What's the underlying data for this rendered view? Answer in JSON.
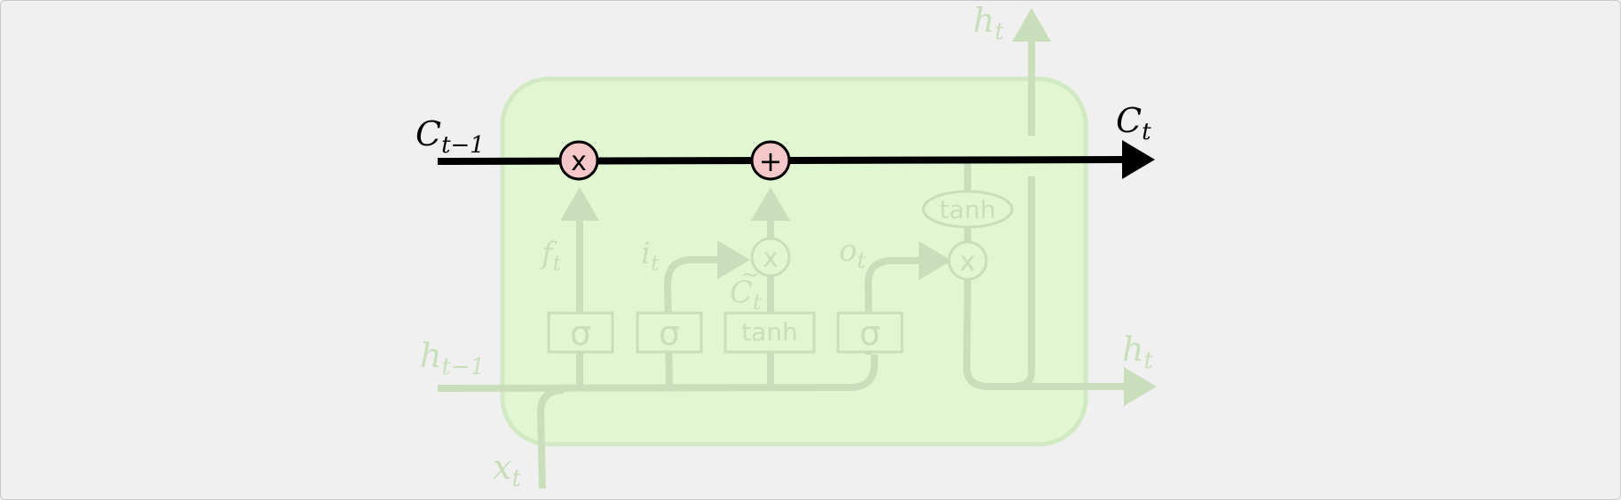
{
  "colors": {
    "cell_fill": "#e1f7d2",
    "cell_stroke": "#d2eac3",
    "faded": "#c9dfbc",
    "cell_state_line": "#000000",
    "pointwise_fill": "#f4c8c8",
    "background": "#f0f0f0"
  },
  "labels": {
    "c_prev_main": "C",
    "c_prev_sub": "t−1",
    "c_t_main": "C",
    "c_t_sub": "t",
    "h_prev_main": "h",
    "h_prev_sub": "t−1",
    "h_t_right_main": "h",
    "h_t_right_sub": "t",
    "h_t_top_main": "h",
    "h_t_top_sub": "t",
    "x_t_main": "x",
    "x_t_sub": "t",
    "f_t_main": "f",
    "f_t_sub": "t",
    "i_t_main": "i",
    "i_t_sub": "t",
    "o_t_main": "o",
    "o_t_sub": "t",
    "c_tilde_main": "C",
    "c_tilde_sub": "t",
    "c_tilde_accent": "~"
  },
  "gates": {
    "forget": "σ",
    "input": "σ",
    "candidate": "tanh",
    "output": "σ",
    "output_tanh": "tanh"
  },
  "ops": {
    "multiply": "x",
    "add": "+"
  }
}
